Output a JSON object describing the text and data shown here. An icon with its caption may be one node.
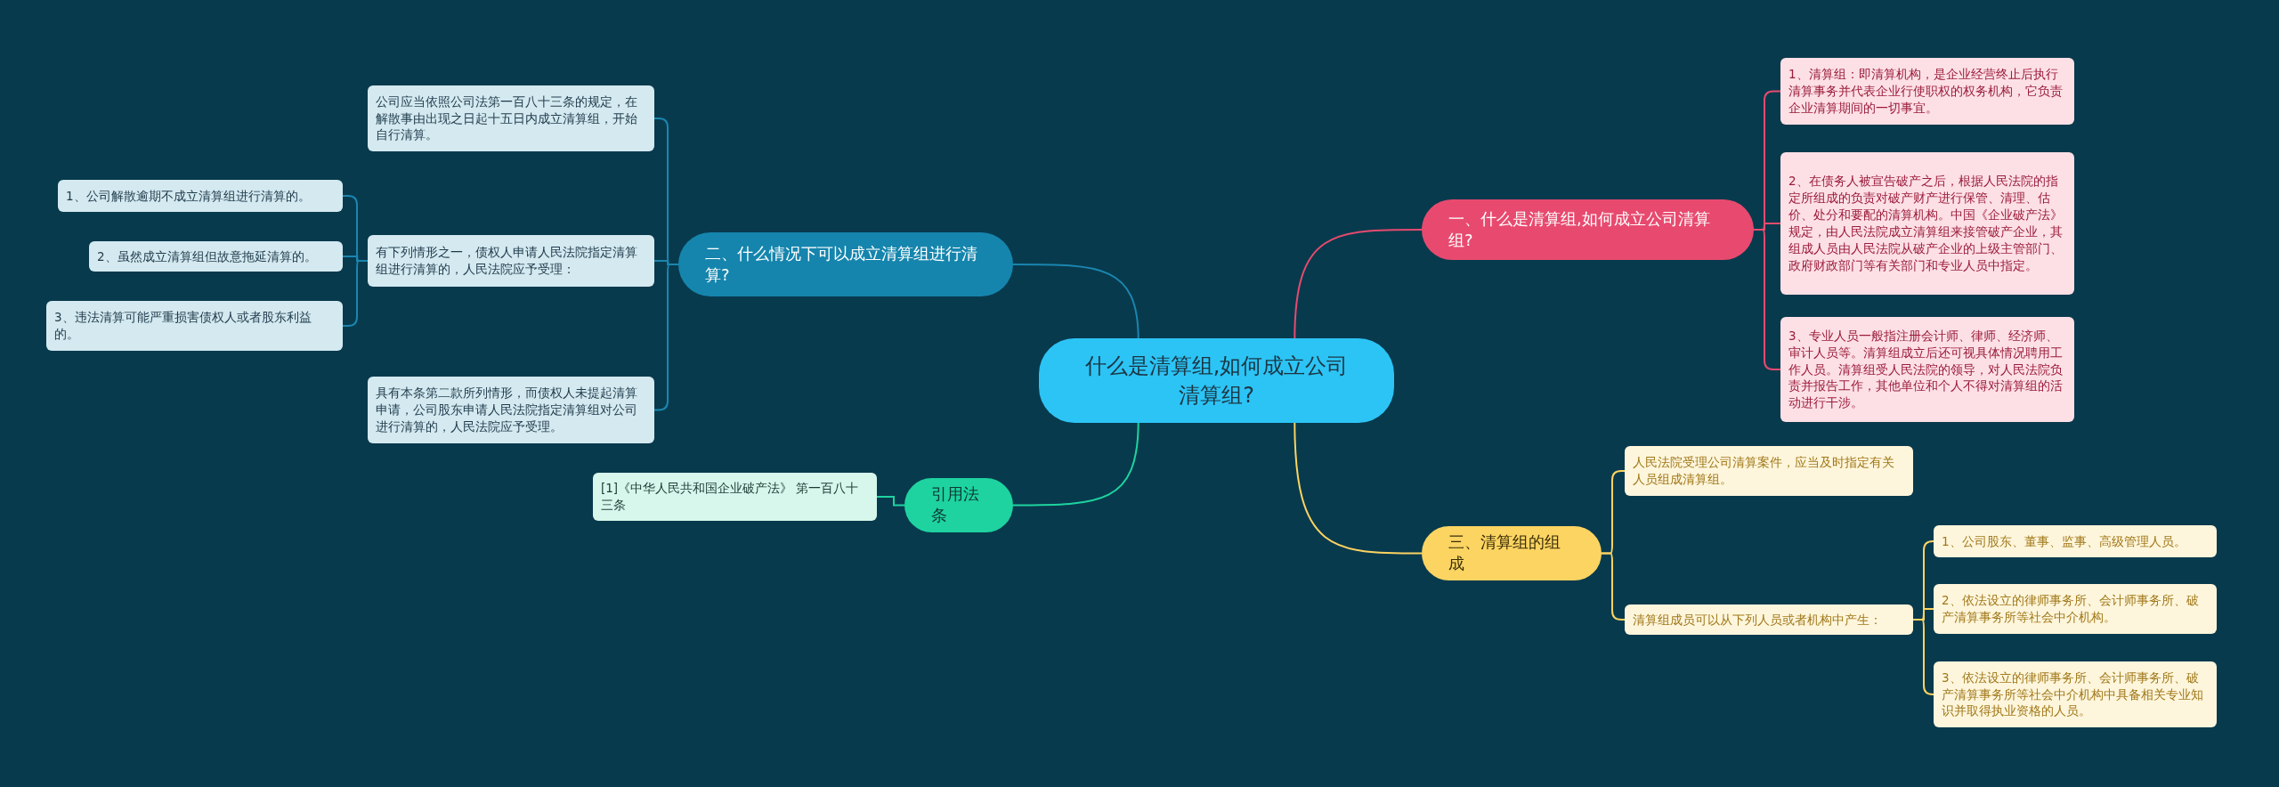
{
  "diagram": {
    "nodes": [
      {
        "text": [
          "什么是清算组,如何成立公司清算组?"
        ]
      },
      {
        "text": [
          "一、什么是清算组,如何成立公司清算组?"
        ]
      },
      {
        "text": [
          "1、清算组：即清算机构，是企业经营终止后执行清算事务并代表企业行使职权的权务机构，它负责企业清算期间的一切事宜。"
        ]
      },
      {
        "text": [
          "2、在债务人被宣告破产之后，根据人民法院的指定所组成的负责对破产财产进行保管、清理、估价、处分和要配的清算机构。中国《企业破产法》规定，由人民法院成立清算组来接管破产企业，其组成人员由人民法院从破产企业的上级主管部门、政府财政部门等有关部门和专业人员中指定。"
        ]
      },
      {
        "text": [
          "3、专业人员一般指注册会计师、律师、经济师、审计人员等。清算组成立后还可视具体情况聘用工作人员。清算组受人民法院的领导，对人民法院负责并报告工作，其他单位和个人不得对清算组的活动进行干涉。"
        ]
      },
      {
        "text": [
          "二、什么情况下可以成立清算组进行清算?"
        ]
      },
      {
        "text": [
          "公司应当依照公司法第一百八十三条的规定，在解散事由出现之日起十五日内成立清算组，开始自行清算。"
        ]
      },
      {
        "text": [
          "有下列情形之一，债权人申请人民法院指定清算组进行清算的，人民法院应予受理："
        ]
      },
      {
        "text": [
          "1、公司解散逾期不成立清算组进行清算的。"
        ]
      },
      {
        "text": [
          "2、虽然成立清算组但故意拖延清算的。"
        ]
      },
      {
        "text": [
          "3、违法清算可能严重损害债权人或者股东利益的。"
        ]
      },
      {
        "text": [
          "具有本条第二款所列情形，而债权人未提起清算申请，公司股东申请人民法院指定清算组对公司进行清算的，人民法院应予受理。"
        ]
      },
      {
        "text": [
          "引用法条"
        ]
      },
      {
        "text": [
          "[1]《中华人民共和国企业破产法》 第一百八十三条"
        ]
      },
      {
        "text": [
          "三、清算组的组成"
        ]
      },
      {
        "text": [
          "人民法院受理公司清算案件，应当及时指定有关人员组成清算组。"
        ]
      },
      {
        "text": [
          "清算组成员可以从下列人员或者机构中产生："
        ]
      },
      {
        "text": [
          "1、公司股东、董事、监事、高级管理人员。"
        ]
      },
      {
        "text": [
          "2、依法设立的律师事务所、会计师事务所、破产清算事务所等社会中介机构。"
        ]
      },
      {
        "text": [
          "3、依法设立的律师事务所、会计师事务所、破产清算事务所等社会中介机构中具备相关专业知识并取得执业资格的人员。"
        ]
      }
    ],
    "edges": [
      {
        "from": 0,
        "to": 1,
        "arrow": "none",
        "color": "#e84a6f"
      },
      {
        "from": 1,
        "to": 2,
        "arrow": "none",
        "color": "#e84a6f"
      },
      {
        "from": 1,
        "to": 3,
        "arrow": "none",
        "color": "#e84a6f"
      },
      {
        "from": 1,
        "to": 4,
        "arrow": "none",
        "color": "#e84a6f"
      },
      {
        "from": 0,
        "to": 5,
        "arrow": "none",
        "color": "#1a86b0"
      },
      {
        "from": 5,
        "to": 6,
        "arrow": "none",
        "color": "#1a86b0"
      },
      {
        "from": 5,
        "to": 7,
        "arrow": "none",
        "color": "#1a86b0"
      },
      {
        "from": 7,
        "to": 8,
        "arrow": "none",
        "color": "#1a86b0"
      },
      {
        "from": 7,
        "to": 9,
        "arrow": "none",
        "color": "#1a86b0"
      },
      {
        "from": 7,
        "to": 10,
        "arrow": "none",
        "color": "#1a86b0"
      },
      {
        "from": 5,
        "to": 11,
        "arrow": "none",
        "color": "#1a86b0"
      },
      {
        "from": 0,
        "to": 12,
        "arrow": "none",
        "color": "#1ed3a0"
      },
      {
        "from": 12,
        "to": 13,
        "arrow": "none",
        "color": "#1ed3a0"
      },
      {
        "from": 0,
        "to": 14,
        "arrow": "none",
        "color": "#fcd462"
      },
      {
        "from": 14,
        "to": 15,
        "arrow": "none",
        "color": "#fcd462"
      },
      {
        "from": 14,
        "to": 16,
        "arrow": "none",
        "color": "#fcd462"
      },
      {
        "from": 16,
        "to": 17,
        "arrow": "none",
        "color": "#fcd462"
      },
      {
        "from": 16,
        "to": 18,
        "arrow": "none",
        "color": "#fcd462"
      },
      {
        "from": 16,
        "to": 19,
        "arrow": "none",
        "color": "#fcd462"
      }
    ]
  }
}
